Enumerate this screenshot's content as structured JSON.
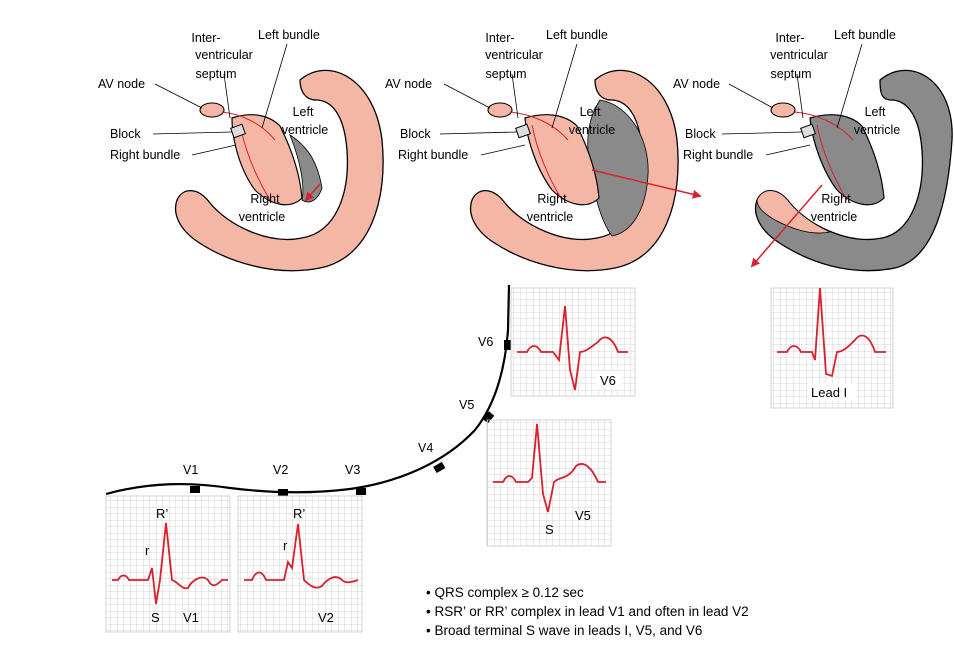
{
  "heart_labels": {
    "av_node": "AV node",
    "inter": "Inter-",
    "ventricular": "ventricular",
    "septum": "septum",
    "left_bundle": "Left bundle",
    "left": "Left",
    "ventricle": "ventricle",
    "block": "Block",
    "right_bundle": "Right bundle",
    "right": "Right"
  },
  "leads": {
    "v1": "V1",
    "v2": "V2",
    "v3": "V3",
    "v4": "V4",
    "v5": "V5",
    "v6": "V6",
    "lead_i": "Lead I"
  },
  "waves": {
    "r_small": "r",
    "r_prime": "R’",
    "s": "S"
  },
  "criteria": [
    "• QRS complex ≥ 0.12 sec",
    "• RSR’ or RR’ complex in lead V1 and often in lead V2",
    "• Broad terminal S wave in leads I, V5, and V6"
  ],
  "colors": {
    "myocardium": "#f5b7a5",
    "depolarized": "#8a8a8a",
    "ecg_trace": "#d8202e",
    "grid": "#c8c8c8",
    "vector": "#d8202e"
  }
}
